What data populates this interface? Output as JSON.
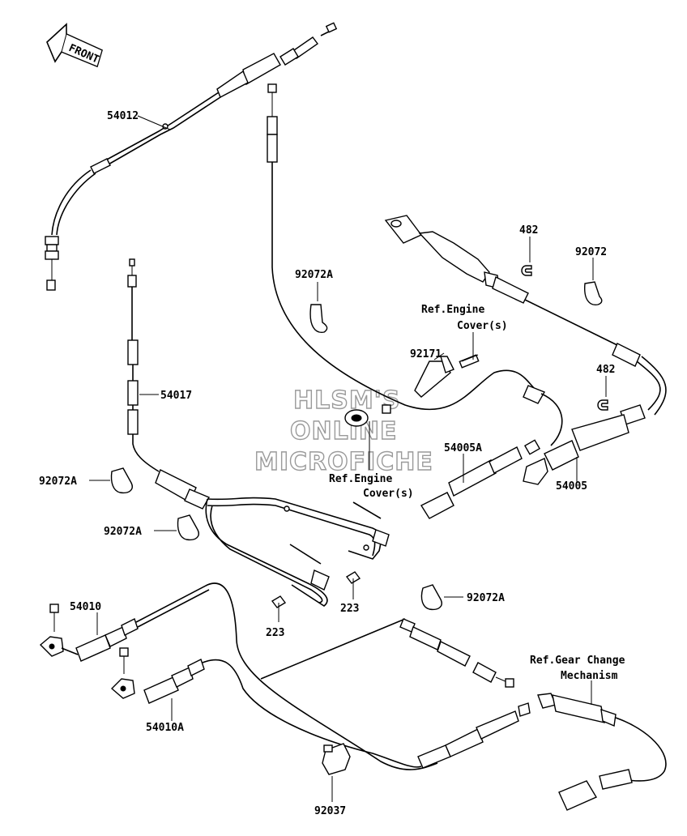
{
  "front_arrow": {
    "text": "FRONT"
  },
  "watermark": {
    "lines": [
      "HLSM'S",
      "ONLINE",
      "MICROFICHE"
    ]
  },
  "labels": {
    "p54012": "54012",
    "p54017": "54017",
    "p92072A_a": "92072A",
    "p92072A_b": "92072A",
    "p92072A_c": "92072A",
    "p92072A_d": "92072A",
    "p482_a": "482",
    "p482_b": "482",
    "p92072": "92072",
    "p92171": "92171",
    "p54005A": "54005A",
    "p54005": "54005",
    "p223_a": "223",
    "p223_b": "223",
    "p54010": "54010",
    "p54010A": "54010A",
    "p92037": "92037",
    "ref_engine_1_l1": "Ref.Engine",
    "ref_engine_1_l2": "Cover(s)",
    "ref_engine_2_l1": "Ref.Engine",
    "ref_engine_2_l2": "Cover(s)",
    "ref_gear_l1": "Ref.Gear Change",
    "ref_gear_l2": "Mechanism"
  }
}
